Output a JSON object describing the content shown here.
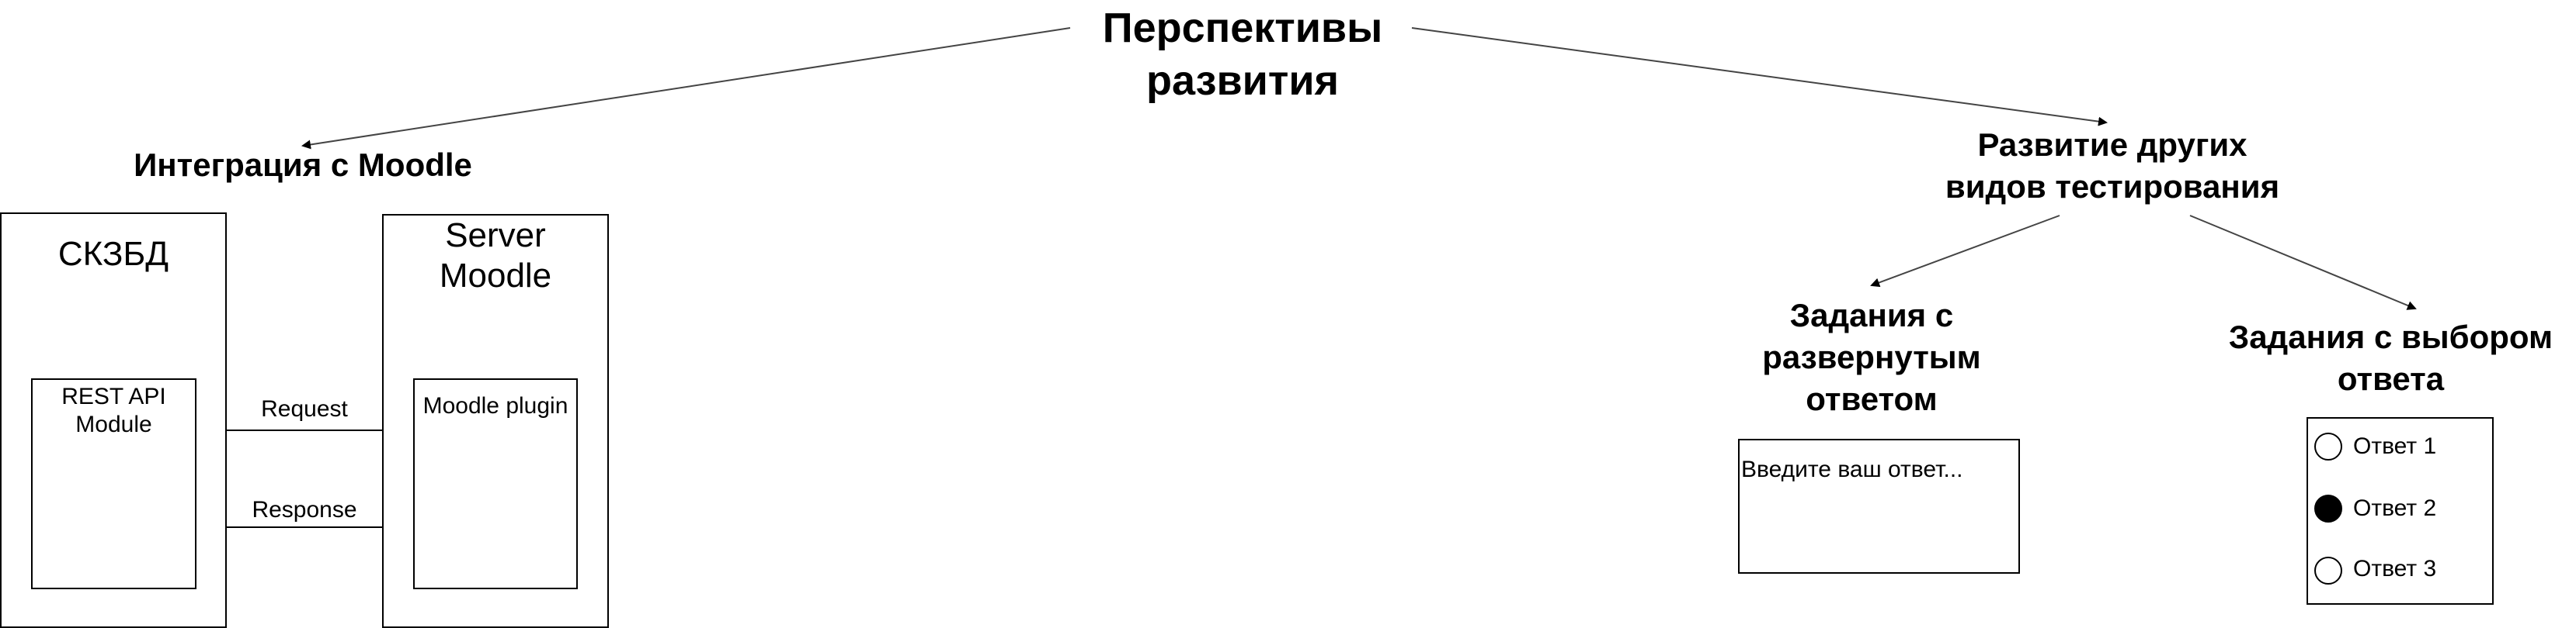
{
  "root": {
    "title_line1": "Перспективы",
    "title_line2": "развития"
  },
  "left_branch": {
    "title": "Интеграция с Moodle",
    "left_box": {
      "title": "СКЗБД",
      "inner": {
        "line1": "REST API",
        "line2": "Module"
      }
    },
    "right_box": {
      "title_line1": "Server",
      "title_line2": "Moodle",
      "inner": {
        "label": "Moodle plugin"
      }
    },
    "edges": {
      "request": "Request",
      "response": "Response"
    }
  },
  "right_branch": {
    "title_line1": "Развитие других",
    "title_line2": "видов тестирования",
    "open_answer": {
      "title_line1": "Задания с",
      "title_line2": "развернутым",
      "title_line3": "ответом",
      "input_placeholder": "Введите ваш ответ..."
    },
    "choice": {
      "title_line1": "Задания с выбором",
      "title_line2": "ответа",
      "options": [
        {
          "label": "Ответ 1",
          "selected": false
        },
        {
          "label": "Ответ 2",
          "selected": true
        },
        {
          "label": "Ответ 3",
          "selected": false
        }
      ]
    }
  }
}
